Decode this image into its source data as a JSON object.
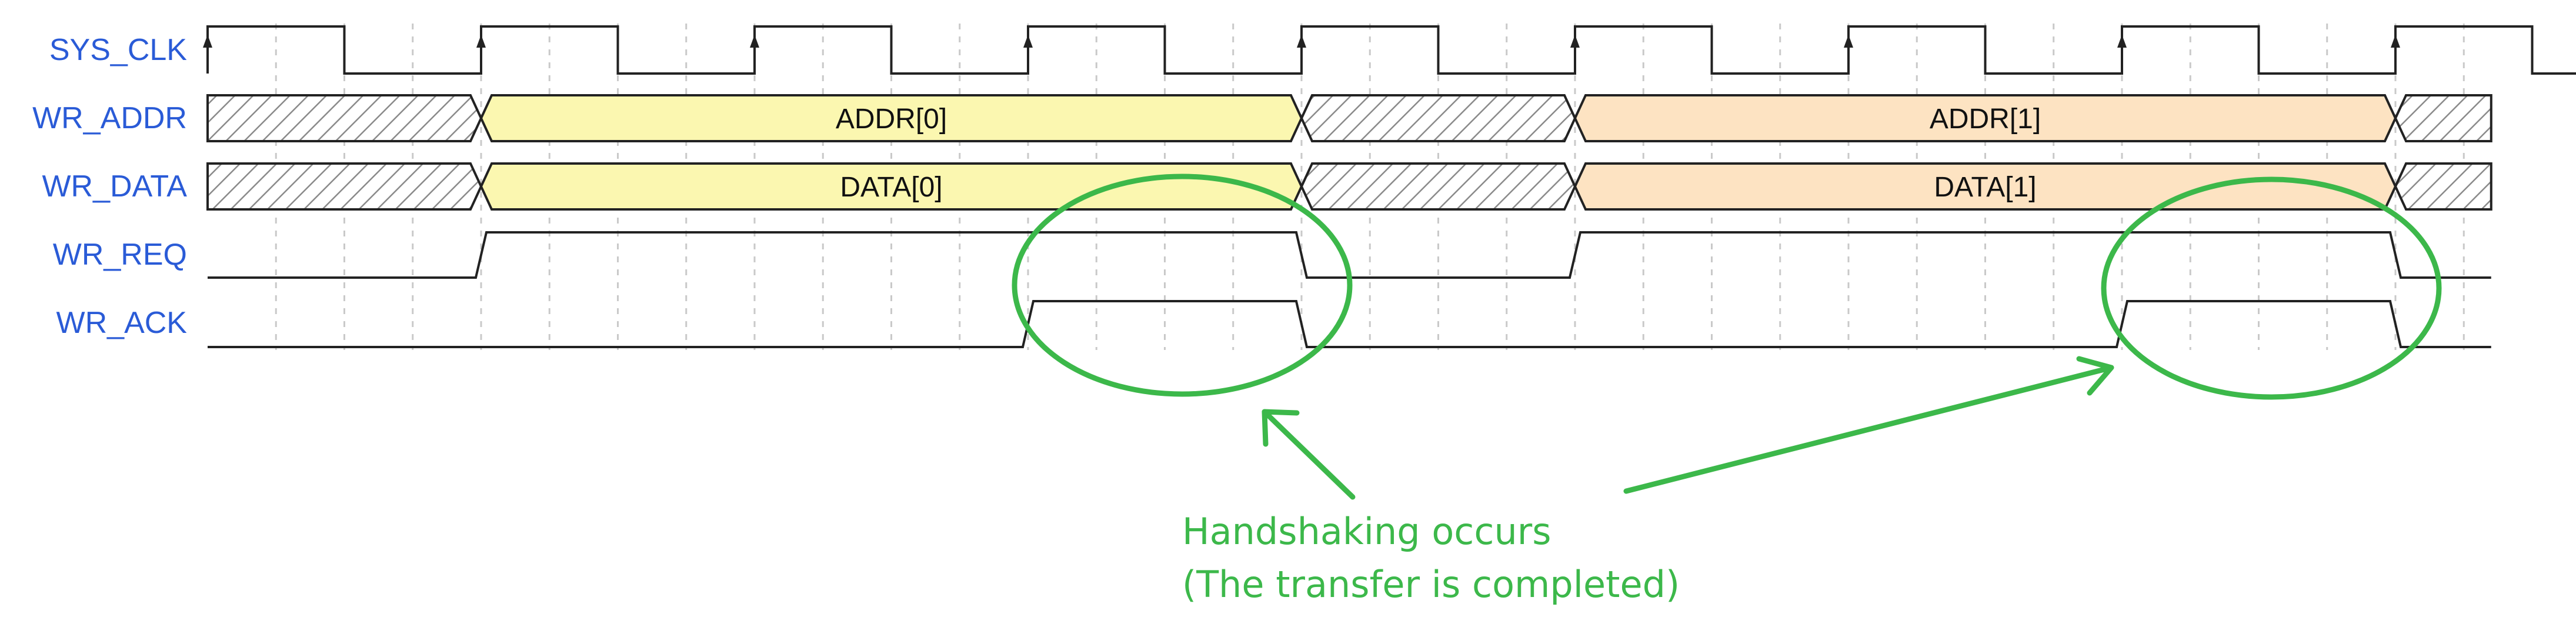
{
  "signals": [
    {
      "id": "sys_clk",
      "label": "SYS_CLK",
      "kind": "clock"
    },
    {
      "id": "wr_addr",
      "label": "WR_ADDR",
      "kind": "bus",
      "segments": [
        {
          "from": 0,
          "to": 2,
          "value": null
        },
        {
          "from": 2,
          "to": 8,
          "value": "ADDR[0]",
          "fill": "#fbf7b0"
        },
        {
          "from": 8,
          "to": 10,
          "value": null
        },
        {
          "from": 10,
          "to": 16,
          "value": "ADDR[1]",
          "fill": "#fde3c2"
        },
        {
          "from": 16,
          "to": 16.7,
          "value": null
        }
      ]
    },
    {
      "id": "wr_data",
      "label": "WR_DATA",
      "kind": "bus",
      "segments": [
        {
          "from": 0,
          "to": 2,
          "value": null
        },
        {
          "from": 2,
          "to": 8,
          "value": "DATA[0]",
          "fill": "#fbf7b0"
        },
        {
          "from": 8,
          "to": 10,
          "value": null
        },
        {
          "from": 10,
          "to": 16,
          "value": "DATA[1]",
          "fill": "#fde3c2"
        },
        {
          "from": 16,
          "to": 16.7,
          "value": null
        }
      ]
    },
    {
      "id": "wr_req",
      "label": "WR_REQ",
      "kind": "digital",
      "transitions": [
        [
          0,
          0
        ],
        [
          2,
          1
        ],
        [
          8,
          0
        ],
        [
          10,
          1
        ],
        [
          16,
          0
        ]
      ],
      "end": 16.7
    },
    {
      "id": "wr_ack",
      "label": "WR_ACK",
      "kind": "digital",
      "transitions": [
        [
          0,
          0
        ],
        [
          6,
          1
        ],
        [
          8,
          0
        ],
        [
          14,
          1
        ],
        [
          16,
          0
        ]
      ],
      "end": 16.7
    }
  ],
  "clock": {
    "period_half_cycles": 2,
    "cycles": 9.4,
    "edge_arrows": true
  },
  "annotation": {
    "line1": "Handshaking occurs",
    "line2": "(The transfer is completed)",
    "color": "#3cb84a"
  },
  "colors": {
    "label": "#2a5bd7",
    "wire": "#222222",
    "bus_yellow": "#fbf7b0",
    "bus_orange": "#fde3c2",
    "hatch": "#888888"
  }
}
